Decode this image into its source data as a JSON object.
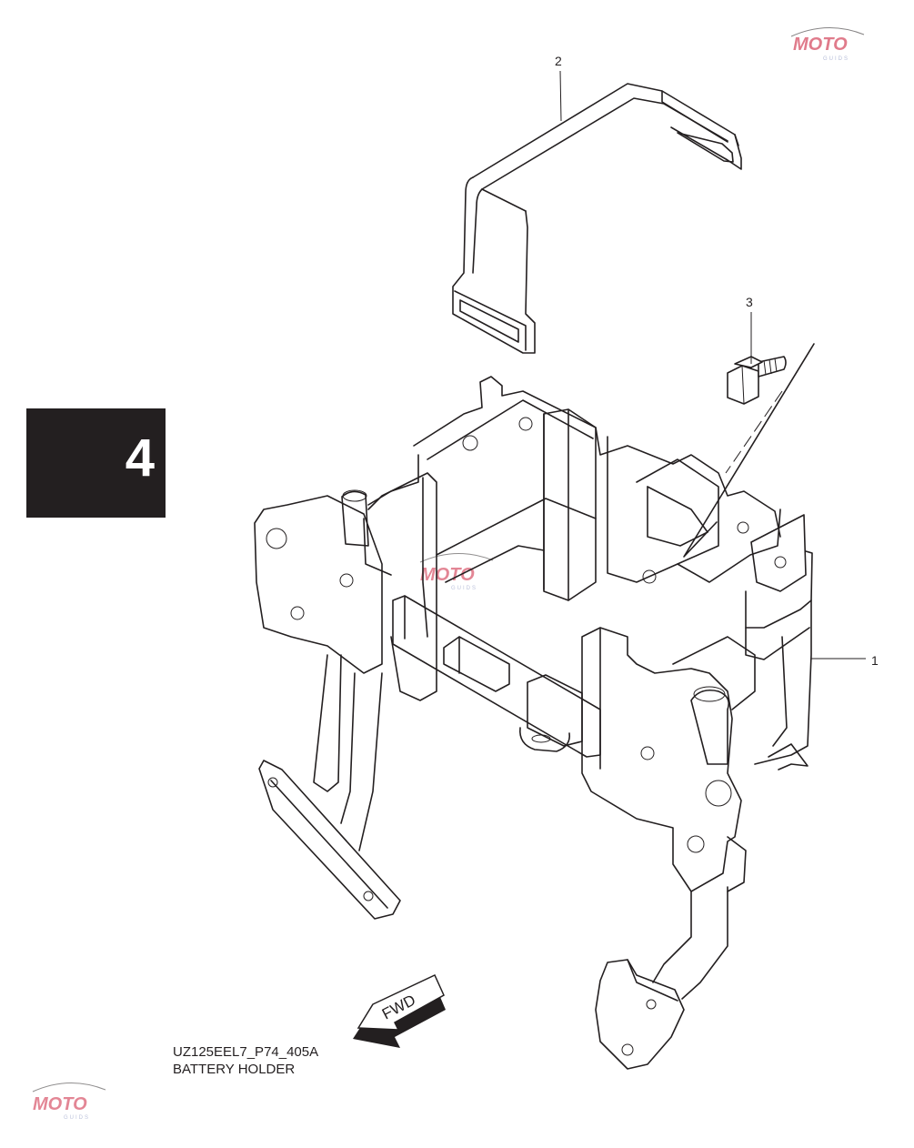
{
  "section": {
    "number": "4"
  },
  "diagram": {
    "code": "UZ125EEL7_P74_405A",
    "title": "BATTERY HOLDER",
    "fwd_label": "FWD"
  },
  "callouts": [
    {
      "number": "1",
      "part": "battery-holder-bracket"
    },
    {
      "number": "2",
      "part": "battery-band"
    },
    {
      "number": "3",
      "part": "bolt"
    }
  ],
  "watermark": {
    "text": "MOTO",
    "sub": "GUIDS",
    "color": "#c8102e"
  },
  "colors": {
    "line": "#231f20",
    "tab_bg": "#231f20",
    "tab_text": "#ffffff",
    "background": "#ffffff"
  }
}
